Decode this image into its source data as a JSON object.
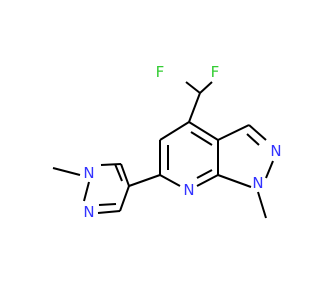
{
  "molecule": {
    "atoms": {
      "f_left": "F",
      "f_right": "F",
      "n_pyrazolo_n2": "N",
      "n_pyrazolo_n1": "N",
      "n_pyridine": "N",
      "n_pyrazole_n1": "N",
      "n_pyrazole_n2": "N"
    }
  },
  "colors": {
    "carbon_bond": "#000000",
    "nitrogen": "#3333ff",
    "fluorine": "#33cc33",
    "background": "#ffffff"
  }
}
